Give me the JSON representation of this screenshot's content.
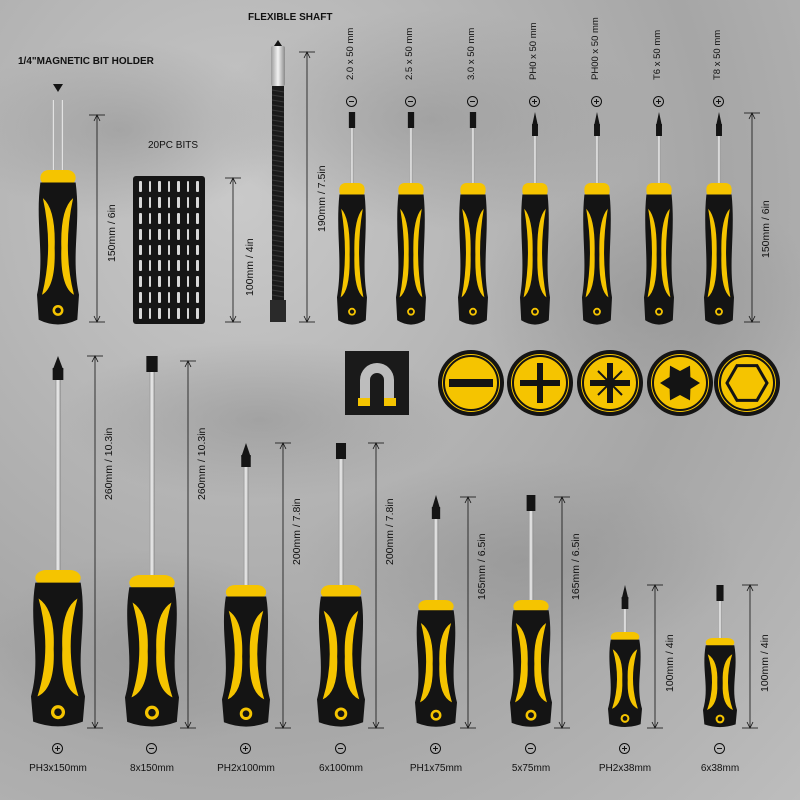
{
  "headings": {
    "bit_holder": "1/4\"MAGNETIC BIT HOLDER",
    "flexible_shaft": "FLEXIBLE SHAFT",
    "bits": "20PC BITS"
  },
  "top_dimensions": {
    "bit_holder": "150mm / 6in",
    "bits": "100mm / 4in",
    "shaft": "190mm / 7.5in",
    "precision": "150mm / 6in"
  },
  "precision_labels": [
    "2.0 x 50 mm",
    "2.5 x 50 mm",
    "3.0 x 50 mm",
    "PH0 x 50 mm",
    "PH00 x 50 mm",
    "T6 x 50 mm",
    "T8 x 50 mm"
  ],
  "precision_icons": [
    "slotted-icon",
    "slotted-icon",
    "slotted-icon",
    "phillips-icon",
    "phillips-icon",
    "torx-icon",
    "torx-icon"
  ],
  "bottom_dimensions": [
    "260mm / 10.3in",
    "260mm / 10.3in",
    "200mm / 7.8in",
    "200mm / 7.8in",
    "165mm / 6.5in",
    "165mm / 6.5in",
    "100mm / 4in",
    "100mm / 4in"
  ],
  "bottom_captions": [
    "PH3x150mm",
    "8x150mm",
    "PH2x100mm",
    "6x100mm",
    "PH1x75mm",
    "5x75mm",
    "PH2x38mm",
    "6x38mm"
  ],
  "bottom_icons": [
    "phillips-icon",
    "slotted-icon",
    "phillips-icon",
    "slotted-icon",
    "phillips-icon",
    "slotted-icon",
    "phillips-icon",
    "slotted-icon"
  ],
  "tip_icons": [
    "magnet-icon",
    "slotted-tip-icon",
    "phillips-tip-icon",
    "pozidriv-tip-icon",
    "torx-tip-icon",
    "hex-tip-icon"
  ],
  "colors": {
    "yellow": "#f5c400",
    "black": "#141414",
    "background": "#b8b8b8"
  }
}
